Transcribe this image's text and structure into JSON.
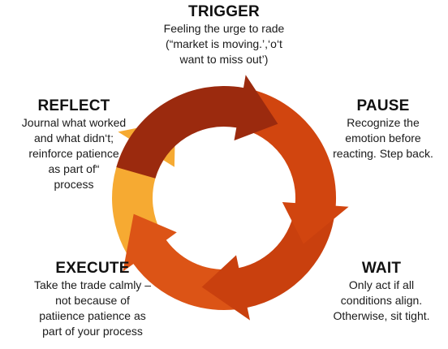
{
  "colors": {
    "trigger_arrow": "#9B2A0E",
    "pause_arrow": "#D1450F",
    "wait_arrow": "#C9400E",
    "execute_arrow": "#DC5416",
    "reflect_arrow": "#F6AA32"
  },
  "stages": {
    "trigger": {
      "title": "TRIGGER",
      "lines": [
        "Feeling the urge to rade",
        "(“market is moving.’,‘o‘t",
        "want to miss out’)"
      ]
    },
    "pause": {
      "title": "PAUSE",
      "lines": [
        "Recognize the",
        "emotion before",
        "reacting. Step back."
      ]
    },
    "wait": {
      "title": "WAIT",
      "lines": [
        "Only act if all",
        "conditions align.",
        "Otherwise, sit tight."
      ]
    },
    "execute": {
      "title": "EXECUTE",
      "lines": [
        "Take the trade calmly –",
        "not because of",
        "patiience patience as",
        "part of your process"
      ]
    },
    "reflect": {
      "title": "REFLECT",
      "lines": [
        "Journal what worked",
        "and what didn‘t;",
        "reinforce patience",
        "as part of“",
        "process"
      ]
    }
  }
}
